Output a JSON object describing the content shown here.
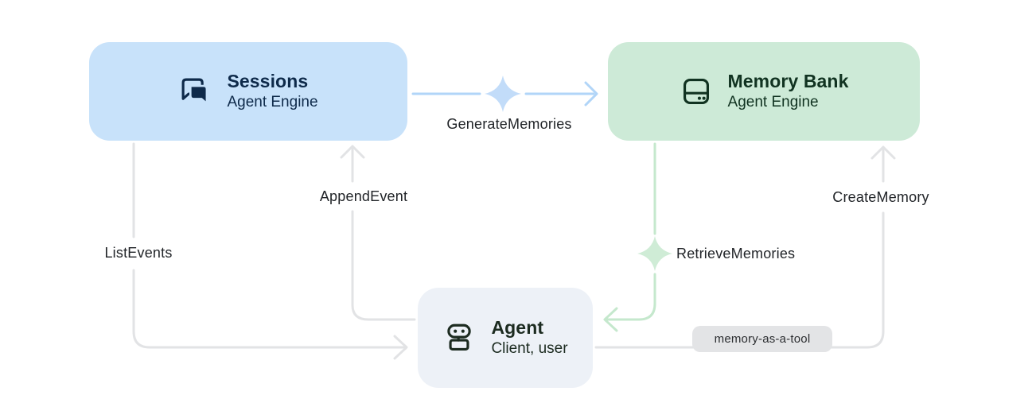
{
  "colors": {
    "canvas-bg": "#ffffff",
    "sessions-fill": "#c8e2fa",
    "sessions-ink": "#0e2a4a",
    "memory-fill": "#cdead7",
    "memory-ink": "#113321",
    "agent-fill": "#edf1f7",
    "agent-ink": "#1c2b20",
    "wire-gray": "#e2e3e5",
    "wire-blue": "#b1d5f8",
    "wire-green": "#c5e8cd",
    "sparkle-blue": "#c2dcf9",
    "sparkle-green": "#cfecd6",
    "label-ink": "#212428",
    "pill-fill": "#e3e4e6",
    "pill-ink": "#2b2d30"
  },
  "nodes": {
    "sessions": {
      "title": "Sessions",
      "subtitle": "Agent Engine",
      "icon": "chat-forum-icon"
    },
    "memory_bank": {
      "title": "Memory Bank",
      "subtitle": "Agent Engine",
      "icon": "memory-storage-icon"
    },
    "agent": {
      "title": "Agent",
      "subtitle": "Client, user",
      "icon": "robot-icon"
    }
  },
  "edges": {
    "generate_memories": {
      "label": "GenerateMemories",
      "from": "sessions",
      "to": "memory_bank",
      "style": "blue-with-sparkle"
    },
    "append_event": {
      "label": "AppendEvent",
      "from": "agent",
      "to": "sessions",
      "style": "gray"
    },
    "list_events": {
      "label": "ListEvents",
      "from": "sessions",
      "to": "agent",
      "style": "gray"
    },
    "create_memory": {
      "label": "CreateMemory",
      "from": "agent",
      "to": "memory_bank",
      "style": "gray"
    },
    "retrieve_memories": {
      "label": "RetrieveMemories",
      "from": "memory_bank",
      "to": "agent",
      "style": "green-with-sparkle"
    },
    "memory_as_a_tool": {
      "label": "memory-as-a-tool",
      "style": "badge-on-create-memory-path"
    }
  }
}
